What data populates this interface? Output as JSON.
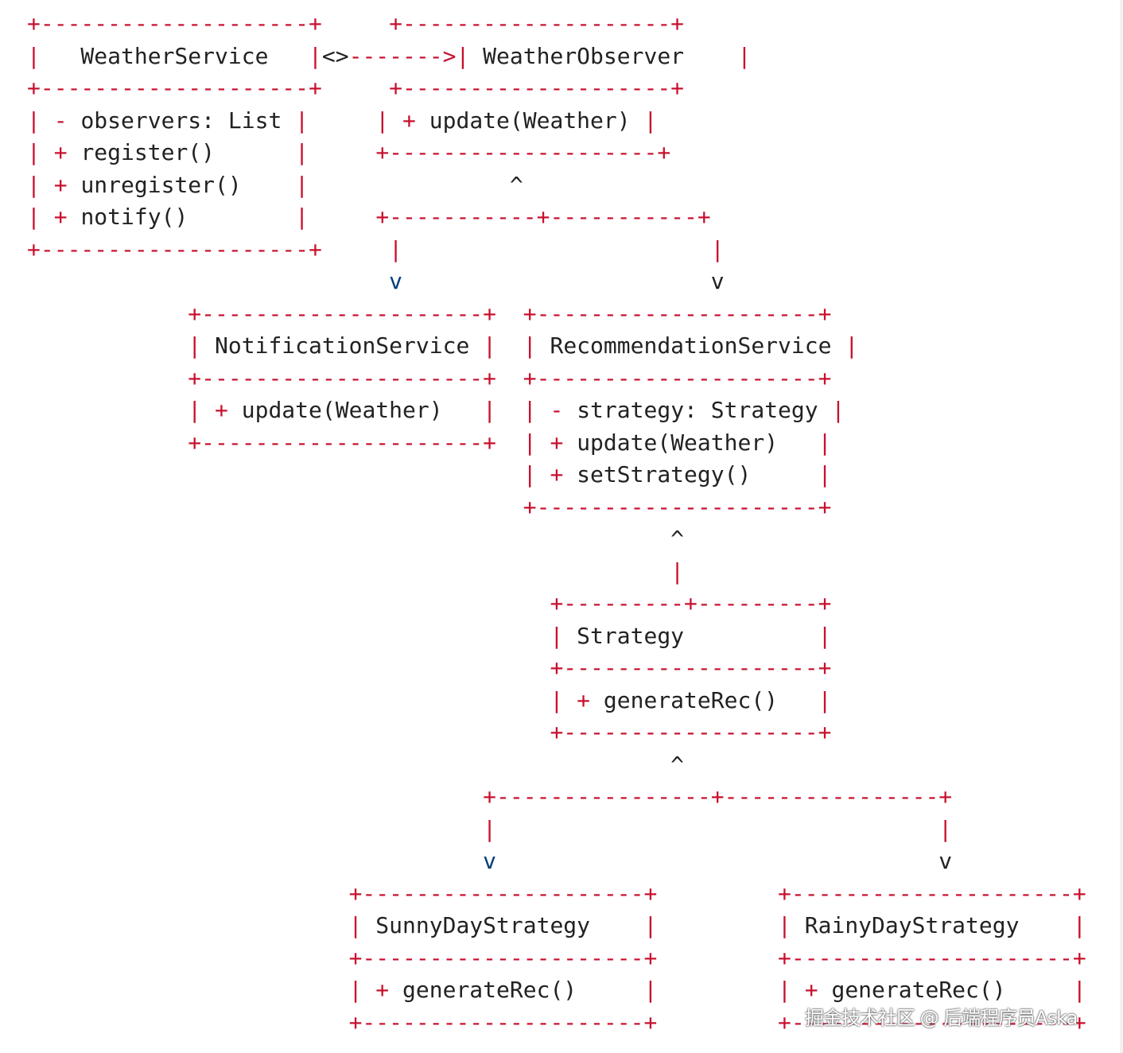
{
  "colors": {
    "frame": "#c8102e",
    "text": "#222222",
    "arrow": "#003d7a"
  },
  "diagram": {
    "lines": [
      {
        "segments": [
          {
            "t": "+--------------------+",
            "c": "frame"
          },
          {
            "t": "     ",
            "c": "text"
          },
          {
            "t": "+--------------------+",
            "c": "frame"
          }
        ]
      },
      {
        "segments": [
          {
            "t": "|",
            "c": "frame"
          },
          {
            "t": "   WeatherService   ",
            "c": "text"
          },
          {
            "t": "|",
            "c": "frame"
          },
          {
            "t": "<>",
            "c": "text"
          },
          {
            "t": "------->",
            "c": "frame"
          },
          {
            "t": "|",
            "c": "frame"
          },
          {
            "t": " WeatherObserver    ",
            "c": "text"
          },
          {
            "t": "|",
            "c": "frame"
          }
        ]
      },
      {
        "segments": [
          {
            "t": "+--------------------+",
            "c": "frame"
          },
          {
            "t": "     ",
            "c": "text"
          },
          {
            "t": "+--------------------+",
            "c": "frame"
          }
        ]
      },
      {
        "segments": [
          {
            "t": "| - ",
            "c": "frame"
          },
          {
            "t": "observers: List ",
            "c": "text"
          },
          {
            "t": "|",
            "c": "frame"
          },
          {
            "t": "     ",
            "c": "text"
          },
          {
            "t": "| + ",
            "c": "frame"
          },
          {
            "t": "update(Weather) ",
            "c": "text"
          },
          {
            "t": "|",
            "c": "frame"
          }
        ]
      },
      {
        "segments": [
          {
            "t": "| + ",
            "c": "frame"
          },
          {
            "t": "register()      ",
            "c": "text"
          },
          {
            "t": "|",
            "c": "frame"
          },
          {
            "t": "     ",
            "c": "text"
          },
          {
            "t": "+--------------------+",
            "c": "frame"
          }
        ]
      },
      {
        "segments": [
          {
            "t": "| + ",
            "c": "frame"
          },
          {
            "t": "unregister()    ",
            "c": "text"
          },
          {
            "t": "|",
            "c": "frame"
          },
          {
            "t": "               ^",
            "c": "text"
          }
        ]
      },
      {
        "segments": [
          {
            "t": "| + ",
            "c": "frame"
          },
          {
            "t": "notify()        ",
            "c": "text"
          },
          {
            "t": "|",
            "c": "frame"
          },
          {
            "t": "     ",
            "c": "text"
          },
          {
            "t": "+-----------+-----------+",
            "c": "frame"
          }
        ]
      },
      {
        "segments": [
          {
            "t": "+--------------------+",
            "c": "frame"
          },
          {
            "t": "     ",
            "c": "text"
          },
          {
            "t": "|                       |",
            "c": "frame"
          }
        ]
      },
      {
        "segments": [
          {
            "t": "                           ",
            "c": "text"
          },
          {
            "t": "v",
            "c": "arrow"
          },
          {
            "t": "                       v",
            "c": "text"
          }
        ]
      },
      {
        "segments": [
          {
            "t": "            ",
            "c": "text"
          },
          {
            "t": "+---------------------+",
            "c": "frame"
          },
          {
            "t": "  ",
            "c": "text"
          },
          {
            "t": "+---------------------+",
            "c": "frame"
          }
        ]
      },
      {
        "segments": [
          {
            "t": "            ",
            "c": "text"
          },
          {
            "t": "|",
            "c": "frame"
          },
          {
            "t": " NotificationService ",
            "c": "text"
          },
          {
            "t": "|",
            "c": "frame"
          },
          {
            "t": "  ",
            "c": "text"
          },
          {
            "t": "|",
            "c": "frame"
          },
          {
            "t": " RecommendationService ",
            "c": "text"
          },
          {
            "t": "|",
            "c": "frame"
          }
        ]
      },
      {
        "segments": [
          {
            "t": "            ",
            "c": "text"
          },
          {
            "t": "+---------------------+",
            "c": "frame"
          },
          {
            "t": "  ",
            "c": "text"
          },
          {
            "t": "+---------------------+",
            "c": "frame"
          }
        ]
      },
      {
        "segments": [
          {
            "t": "            ",
            "c": "text"
          },
          {
            "t": "| + ",
            "c": "frame"
          },
          {
            "t": "update(Weather)   ",
            "c": "text"
          },
          {
            "t": "|",
            "c": "frame"
          },
          {
            "t": "  ",
            "c": "text"
          },
          {
            "t": "| - ",
            "c": "frame"
          },
          {
            "t": "strategy: Strategy ",
            "c": "text"
          },
          {
            "t": "|",
            "c": "frame"
          }
        ]
      },
      {
        "segments": [
          {
            "t": "            ",
            "c": "text"
          },
          {
            "t": "+---------------------+",
            "c": "frame"
          },
          {
            "t": "  ",
            "c": "text"
          },
          {
            "t": "| + ",
            "c": "frame"
          },
          {
            "t": "update(Weather)   ",
            "c": "text"
          },
          {
            "t": "|",
            "c": "frame"
          }
        ]
      },
      {
        "segments": [
          {
            "t": "                                     ",
            "c": "text"
          },
          {
            "t": "| + ",
            "c": "frame"
          },
          {
            "t": "setStrategy()     ",
            "c": "text"
          },
          {
            "t": "|",
            "c": "frame"
          }
        ]
      },
      {
        "segments": [
          {
            "t": "                                     ",
            "c": "text"
          },
          {
            "t": "+---------------------+",
            "c": "frame"
          }
        ]
      },
      {
        "segments": [
          {
            "t": "                                                ^",
            "c": "text"
          }
        ]
      },
      {
        "segments": [
          {
            "t": "                                                ",
            "c": "text"
          },
          {
            "t": "|",
            "c": "frame"
          }
        ]
      },
      {
        "segments": [
          {
            "t": "                                       ",
            "c": "text"
          },
          {
            "t": "+---------+---------+",
            "c": "frame"
          }
        ]
      },
      {
        "segments": [
          {
            "t": "                                       ",
            "c": "text"
          },
          {
            "t": "|",
            "c": "frame"
          },
          {
            "t": " Strategy          ",
            "c": "text"
          },
          {
            "t": "|",
            "c": "frame"
          }
        ]
      },
      {
        "segments": [
          {
            "t": "                                       ",
            "c": "text"
          },
          {
            "t": "+-------------------+",
            "c": "frame"
          }
        ]
      },
      {
        "segments": [
          {
            "t": "                                       ",
            "c": "text"
          },
          {
            "t": "| + ",
            "c": "frame"
          },
          {
            "t": "generateRec()   ",
            "c": "text"
          },
          {
            "t": "|",
            "c": "frame"
          }
        ]
      },
      {
        "segments": [
          {
            "t": "                                       ",
            "c": "text"
          },
          {
            "t": "+-------------------+",
            "c": "frame"
          }
        ]
      },
      {
        "segments": [
          {
            "t": "                                                ^",
            "c": "text"
          }
        ]
      },
      {
        "segments": [
          {
            "t": "                                  ",
            "c": "text"
          },
          {
            "t": "+----------------+----------------+",
            "c": "frame"
          }
        ]
      },
      {
        "segments": [
          {
            "t": "                                  ",
            "c": "text"
          },
          {
            "t": "|                                 |",
            "c": "frame"
          }
        ]
      },
      {
        "segments": [
          {
            "t": "                                  ",
            "c": "text"
          },
          {
            "t": "v",
            "c": "arrow"
          },
          {
            "t": "                                 v",
            "c": "text"
          }
        ]
      },
      {
        "segments": [
          {
            "t": "                        ",
            "c": "text"
          },
          {
            "t": "+---------------------+",
            "c": "frame"
          },
          {
            "t": "         ",
            "c": "text"
          },
          {
            "t": "+---------------------+",
            "c": "frame"
          }
        ]
      },
      {
        "segments": [
          {
            "t": "                        ",
            "c": "text"
          },
          {
            "t": "|",
            "c": "frame"
          },
          {
            "t": " SunnyDayStrategy    ",
            "c": "text"
          },
          {
            "t": "|",
            "c": "frame"
          },
          {
            "t": "         ",
            "c": "text"
          },
          {
            "t": "|",
            "c": "frame"
          },
          {
            "t": " RainyDayStrategy    ",
            "c": "text"
          },
          {
            "t": "|",
            "c": "frame"
          }
        ]
      },
      {
        "segments": [
          {
            "t": "                        ",
            "c": "text"
          },
          {
            "t": "+---------------------+",
            "c": "frame"
          },
          {
            "t": "         ",
            "c": "text"
          },
          {
            "t": "+---------------------+",
            "c": "frame"
          }
        ]
      },
      {
        "segments": [
          {
            "t": "                        ",
            "c": "text"
          },
          {
            "t": "| + ",
            "c": "frame"
          },
          {
            "t": "generateRec()     ",
            "c": "text"
          },
          {
            "t": "|",
            "c": "frame"
          },
          {
            "t": "         ",
            "c": "text"
          },
          {
            "t": "| + ",
            "c": "frame"
          },
          {
            "t": "generateRec()     ",
            "c": "text"
          },
          {
            "t": "|",
            "c": "frame"
          }
        ]
      },
      {
        "segments": [
          {
            "t": "                        ",
            "c": "text"
          },
          {
            "t": "+---------------------+",
            "c": "frame"
          },
          {
            "t": "         ",
            "c": "text"
          },
          {
            "t": "+---------------------+",
            "c": "frame"
          }
        ]
      }
    ]
  },
  "watermark": "掘金技术社区 @ 后端程序员Aska"
}
